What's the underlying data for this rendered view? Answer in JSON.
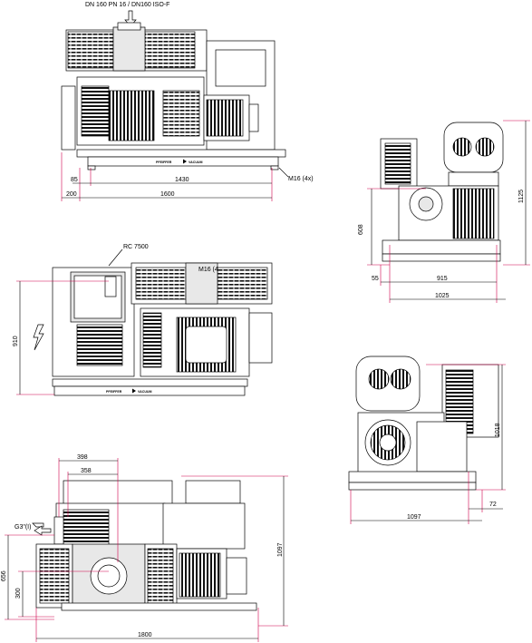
{
  "labels": {
    "flange": "DN 160 PN 16 / DN160 ISO-F",
    "mount_bolt": "M16 (4x)",
    "mount_bolt_top": "M16 (4",
    "controller": "RC 7500",
    "gas_conn": "G3\"(I)",
    "brand_a": "PFEIFFER",
    "brand_b": "VACUUM"
  },
  "dims": {
    "d85": "85",
    "d1430": "1430",
    "d200": "200",
    "d1600": "1600",
    "d1125": "1125",
    "d608": "608",
    "d55": "55",
    "d915": "915",
    "d1025": "1025",
    "d910": "910",
    "d1018": "1018",
    "d72": "72",
    "d1097a": "1097",
    "d398": "398",
    "d358": "358",
    "d656": "656",
    "d300": "300",
    "d1097b": "1097",
    "d1800": "1800"
  },
  "colors": {
    "line": "#000000",
    "dimension": "#d0004b",
    "fill_light": "#e8e8e8",
    "fill_dark": "#1a1a1a"
  }
}
